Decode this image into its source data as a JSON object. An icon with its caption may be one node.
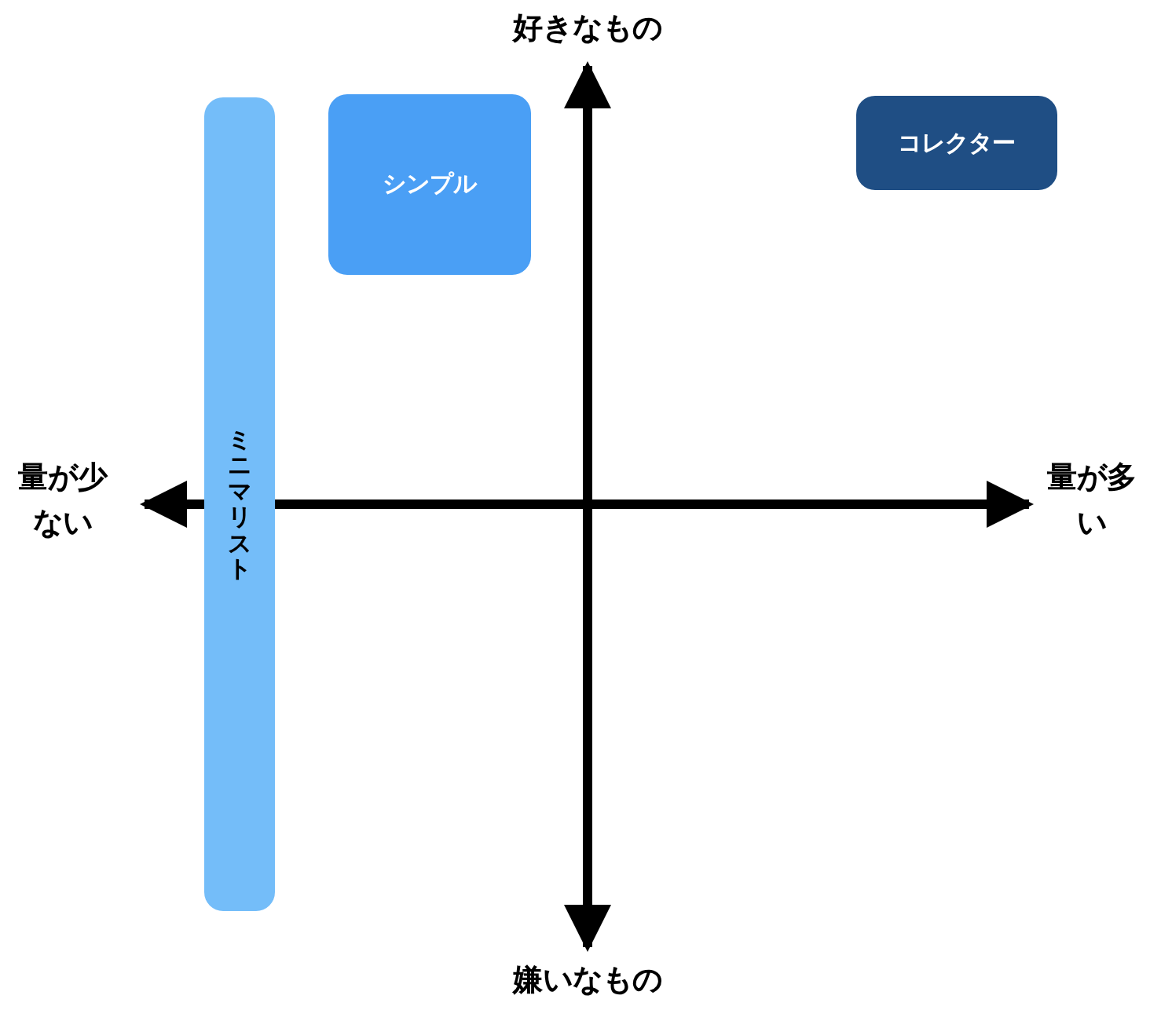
{
  "diagram": {
    "nodes": [
      {
        "text": [
          "ミニマリスト"
        ]
      },
      {
        "text": [
          "シンプル"
        ]
      },
      {
        "text": [
          "コレクター"
        ]
      }
    ],
    "labels": [
      "好きなもの",
      "量が少ない",
      "量が多い",
      "嫌いなもの"
    ]
  }
}
